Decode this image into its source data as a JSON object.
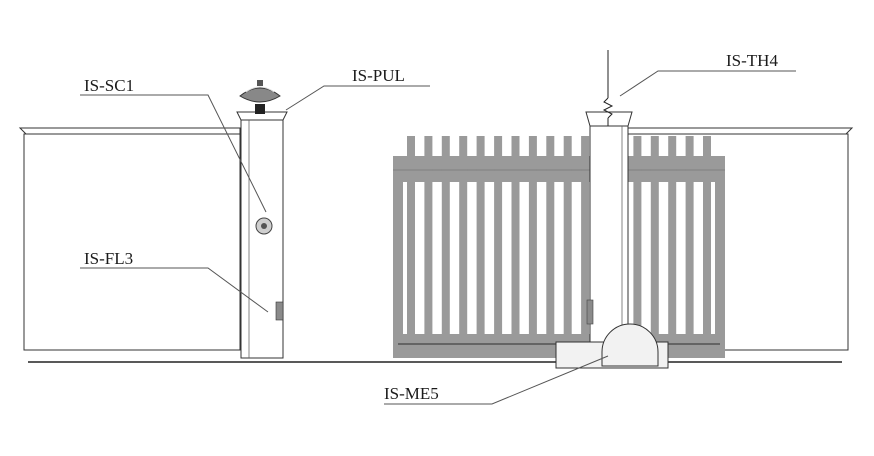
{
  "labels": {
    "sc1": "IS-SC1",
    "pul": "IS-PUL",
    "th4": "IS-TH4",
    "fl3": "IS-FL3",
    "me5": "IS-ME5"
  },
  "colors": {
    "gate": "#9a9a9a",
    "gate_line": "#555555",
    "outline": "#333333"
  },
  "gate": {
    "picket_count": 18
  }
}
